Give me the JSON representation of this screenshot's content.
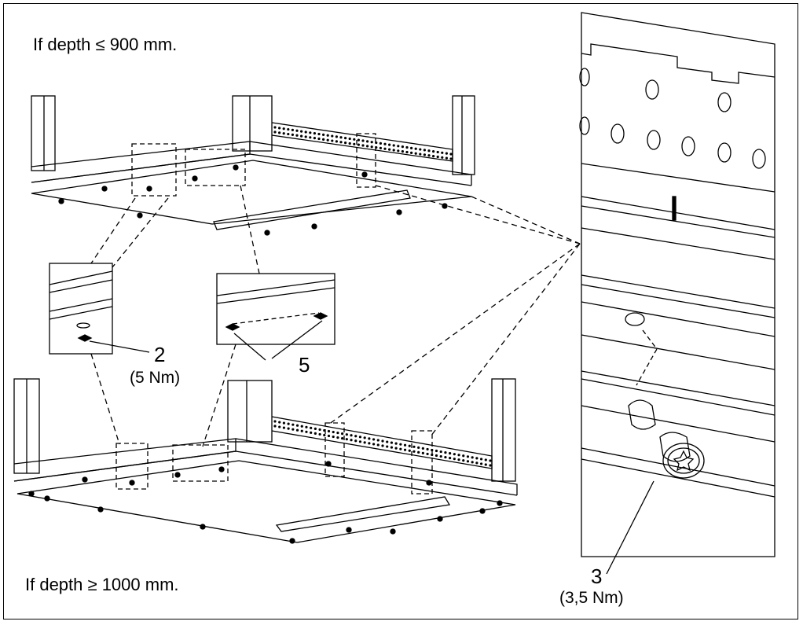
{
  "conditions": {
    "top": "If depth ≤ 900 mm.",
    "bottom": "If depth ≥ 1000 mm."
  },
  "callouts": [
    {
      "number": "2",
      "torque": "(5 Nm)"
    },
    {
      "number": "5",
      "torque": ""
    },
    {
      "number": "3",
      "torque": "(3,5 Nm)"
    }
  ]
}
